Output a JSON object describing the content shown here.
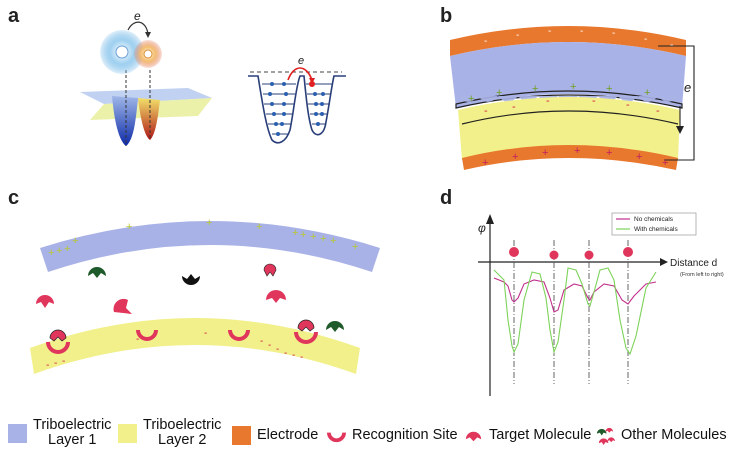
{
  "panels": {
    "a": "a",
    "b": "b",
    "c": "c",
    "d": "d"
  },
  "electron_label": "e",
  "chart_d": {
    "y_label": "φ",
    "x_label": "Distance d",
    "x_sublabel": "(From left to right)",
    "legend": [
      "No chemicals",
      "With chemicals"
    ]
  },
  "chart_data": {
    "type": "line",
    "xlabel": "Distance d (From left to right)",
    "ylabel": "φ",
    "series": [
      {
        "name": "No chemicals",
        "color": "#c0308a"
      },
      {
        "name": "With chemicals",
        "color": "#7dd35a"
      }
    ]
  },
  "legend": {
    "layer1": [
      "Triboelectric",
      "Layer 1"
    ],
    "layer2": [
      "Triboelectric",
      "Layer 2"
    ],
    "electrode": "Electrode",
    "recognition": "Recognition Site",
    "target": "Target Molecule",
    "other": "Other Molecules"
  },
  "colors": {
    "layer1": "#a9b2e6",
    "layer2": "#f2f08a",
    "electrode": "#e8782e",
    "recognition": "#e0365c",
    "other_green": "#1f5a2a"
  }
}
